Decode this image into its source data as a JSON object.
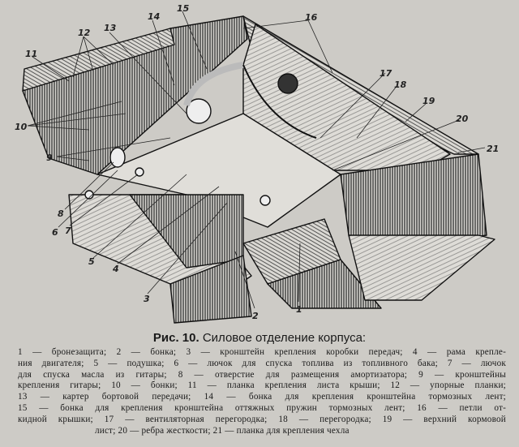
{
  "figure": {
    "callouts": [
      "1",
      "2",
      "3",
      "4",
      "5",
      "6",
      "7",
      "8",
      "9",
      "10",
      "11",
      "12",
      "13",
      "14",
      "15",
      "16",
      "17",
      "18",
      "19",
      "20",
      "21"
    ]
  },
  "caption": {
    "number": "Рис. 10.",
    "title": "Силовое отделение корпуса:",
    "lines": [
      "1 — бронезащита; 2 — бонка; 3 — кронштейн крепления коробки передач; 4 — рама крепле-",
      "ния двигателя; 5 — подушка; 6 — лючок для спуска топлива из топливного бака; 7 — лючок",
      "для спуска масла из гитары; 8 — отверстие для размещения амортизатора; 9 — кронштейны",
      "крепления гитары; 10 — бонки; 11 — планка крепления листа крыши; 12 — упорные планки;",
      "13 — картер бортовой передачи; 14 — бонка для крепления кронштейна тормозных лент;",
      "15 — бонка для крепления кронштейна оттяжных пружин тормозных лент; 16 — петли от-",
      "кидной крышки; 17 — вентиляторная перегородка; 18 — перегородка; 19 — верхний кормовой",
      "лист; 20 — ребра жесткости; 21 — планка для крепления чехла"
    ]
  }
}
